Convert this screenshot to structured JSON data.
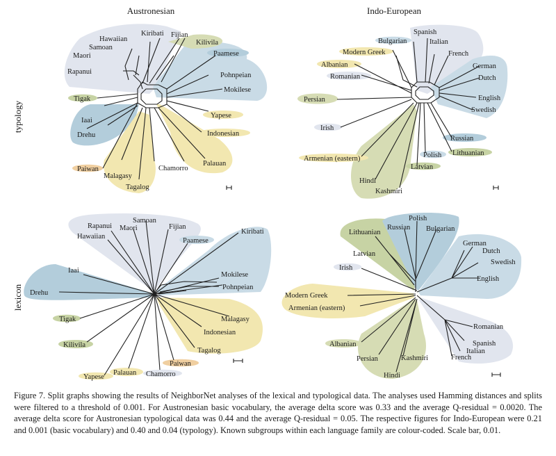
{
  "column_titles": [
    "Austronesian",
    "Indo-European"
  ],
  "row_labels": [
    "typology",
    "lexicon"
  ],
  "colors": {
    "blue": "#c9dbe6",
    "blue_dark": "#b3cddb",
    "grey": "#e1e5ee",
    "yellow": "#f2e7b0",
    "olive": "#d6dcb4",
    "green": "#c7d3a4",
    "orange": "#f0cfa0",
    "edge": "#1f1f1f"
  },
  "panels": [
    {
      "id": "austronesian-typology",
      "labels": [
        "Hawaiian",
        "Kiribati",
        "Fijian",
        "Kilivila",
        "Samoan",
        "Maori",
        "Paamese",
        "Rapanui",
        "Pohnpeian",
        "Mokilese",
        "Tigak",
        "Iaai",
        "Yapese",
        "Drehu",
        "Indonesian",
        "Palauan",
        "Paiwan",
        "Chamorro",
        "Malagasy",
        "Tagalog"
      ]
    },
    {
      "id": "indo-european-typology",
      "labels": [
        "Spanish",
        "Bulgarian",
        "Italian",
        "Modern Greek",
        "French",
        "Albanian",
        "German",
        "Romanian",
        "Dutch",
        "English",
        "Persian",
        "Swedish",
        "Irish",
        "Russian",
        "Armenian (eastern)",
        "Polish",
        "Lithuanian",
        "Latvian",
        "Hindi",
        "Kashmiri"
      ]
    },
    {
      "id": "austronesian-lexicon",
      "labels": [
        "Samoan",
        "Rapanui",
        "Maori",
        "Fijian",
        "Hawaiian",
        "Kiribati",
        "Paamese",
        "Iaai",
        "Mokilese",
        "Pohnpeian",
        "Drehu",
        "Malagasy",
        "Tigak",
        "Indonesian",
        "Kilivila",
        "Tagalog",
        "Paiwan",
        "Palauan",
        "Yapese",
        "Chamorro"
      ]
    },
    {
      "id": "indo-european-lexicon",
      "labels": [
        "Polish",
        "Russian",
        "Bulgarian",
        "Lithuanian",
        "German",
        "Dutch",
        "Latvian",
        "Swedish",
        "Irish",
        "English",
        "Modern Greek",
        "Armenian (eastern)",
        "Romanian",
        "Spanish",
        "Italian",
        "Albanian",
        "French",
        "Persian",
        "Kashmiri",
        "Hindi"
      ]
    }
  ],
  "caption": "Figure 7. Split graphs showing the results of NeighborNet analyses of the lexical and typological data. The analyses used Hamming distances and splits were filtered to a threshold of 0.001. For Austronesian basic vocabulary, the average delta score was 0.33 and the average Q-residual = 0.0020. The average delta score for Austronesian typological data was 0.44 and the average Q-residual = 0.05. The respective figures for Indo-European were 0.21 and 0.001 (basic vocabulary) and 0.40 and 0.04 (typology). Known subgroups within each language family are colour-coded. Scale bar, 0.01."
}
